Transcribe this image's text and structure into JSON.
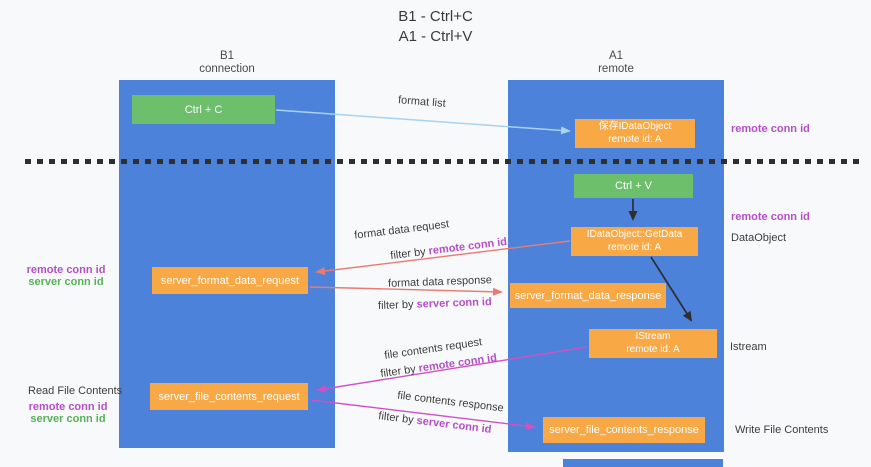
{
  "title": {
    "line1": "B1 - Ctrl+C",
    "line2": "A1 - Ctrl+V"
  },
  "columns": {
    "left": {
      "name": "B1",
      "role": "connection"
    },
    "right": {
      "name": "A1",
      "role": "remote"
    }
  },
  "boxes": {
    "ctrl_c": {
      "label": "Ctrl + C"
    },
    "ctrl_v": {
      "label": "Ctrl + V"
    },
    "save_idataobject": {
      "line1": "保存IDataObject",
      "line2": "remote id: A"
    },
    "getdata": {
      "line1": "IDataObject::GetData",
      "line2": "remote id: A"
    },
    "istream": {
      "line1": "IStream",
      "line2": "remote id: A"
    },
    "server_format_data_request": {
      "label": "server_format_data_request"
    },
    "server_format_data_response": {
      "label": "server_format_data_response"
    },
    "server_file_contents_request": {
      "label": "server_file_contents_request"
    },
    "server_file_contents_response": {
      "label": "server_file_contents_response"
    }
  },
  "messages": {
    "format_list": {
      "label": "format list"
    },
    "format_data_request": {
      "label": "format data request",
      "filter_prefix": "filter by",
      "filter_key": "remote conn id"
    },
    "format_data_response": {
      "label": "format data response",
      "filter_prefix": "filter by",
      "filter_key": "server conn id"
    },
    "file_contents_request": {
      "label": "file contents request",
      "filter_prefix": "filter by",
      "filter_key": "remote conn id"
    },
    "file_contents_response": {
      "label": "file contents response",
      "filter_prefix": "filter by",
      "filter_key": "server conn id"
    }
  },
  "side_labels": {
    "left": {
      "pair1_remote": "remote conn id",
      "pair1_server": "server conn id",
      "read_file_contents": "Read File Contents",
      "pair2_remote": "remote conn id",
      "pair2_server": "server conn id"
    },
    "right": {
      "remote_conn_id_top": "remote conn id",
      "remote_conn_id_mid": "remote conn id",
      "dataobject": "DataObject",
      "istream": "Istream",
      "write_file_contents": "Write File Contents"
    }
  },
  "colors": {
    "column_blue": "#4c82d9",
    "box_green": "#6dbf6b",
    "box_orange": "#f8a845",
    "conn_id_purple": "#b44fc8",
    "conn_id_green": "#58b158",
    "arrow_light_blue": "#a8d2f0",
    "arrow_salmon": "#e97b72",
    "arrow_magenta": "#d24fc4",
    "arrow_black": "#2f2f2f"
  }
}
